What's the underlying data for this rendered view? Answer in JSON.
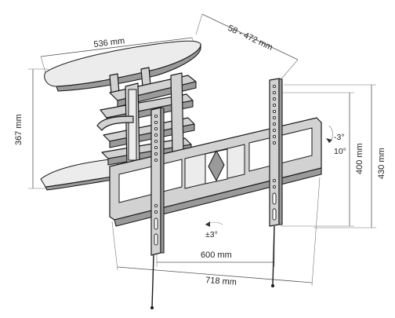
{
  "dimensions": {
    "wall_plate_width": "536 mm",
    "arm_extension": "58 - 472 mm",
    "wall_plate_height": "367 mm",
    "vesa_vertical": "400 mm",
    "bracket_height": "430 mm",
    "vesa_horizontal": "600 mm",
    "bracket_width": "718 mm"
  },
  "tilt": {
    "down": "-3°",
    "up": "10°"
  },
  "swivel": {
    "level_adjust": "±3°"
  }
}
